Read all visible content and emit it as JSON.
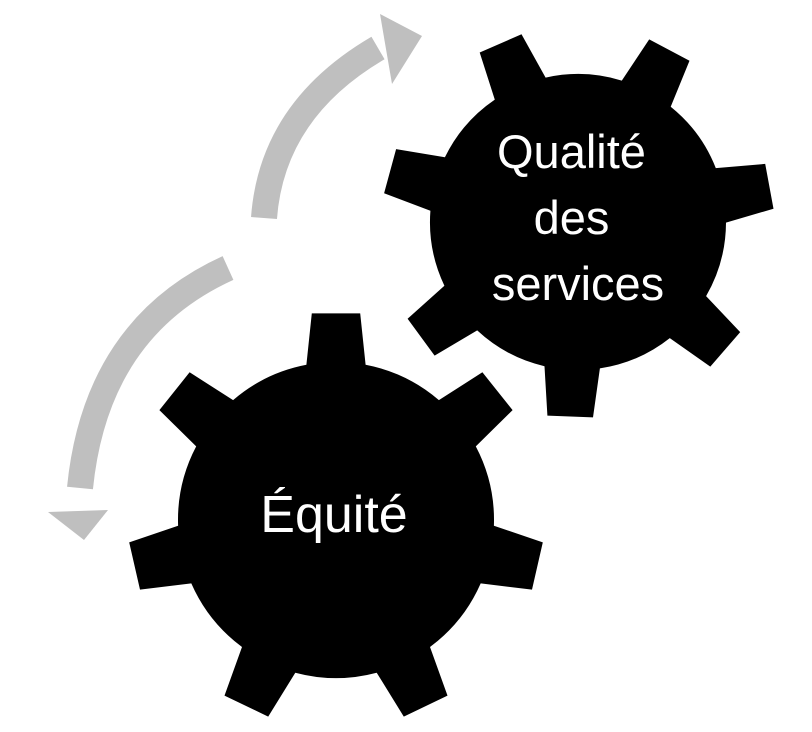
{
  "diagram": {
    "background": "#ffffff",
    "gear_color": "#000000",
    "arrow_color": "#bfbfbf",
    "text_color": "#ffffff",
    "gears": [
      {
        "id": "quality",
        "label_lines": [
          "Qualité",
          "des",
          "services"
        ]
      },
      {
        "id": "equity",
        "label_lines": [
          "Équité"
        ]
      }
    ],
    "arrows": [
      {
        "from": "equity",
        "to": "quality",
        "direction": "up"
      },
      {
        "from": "quality",
        "to": "equity",
        "direction": "down"
      }
    ]
  }
}
